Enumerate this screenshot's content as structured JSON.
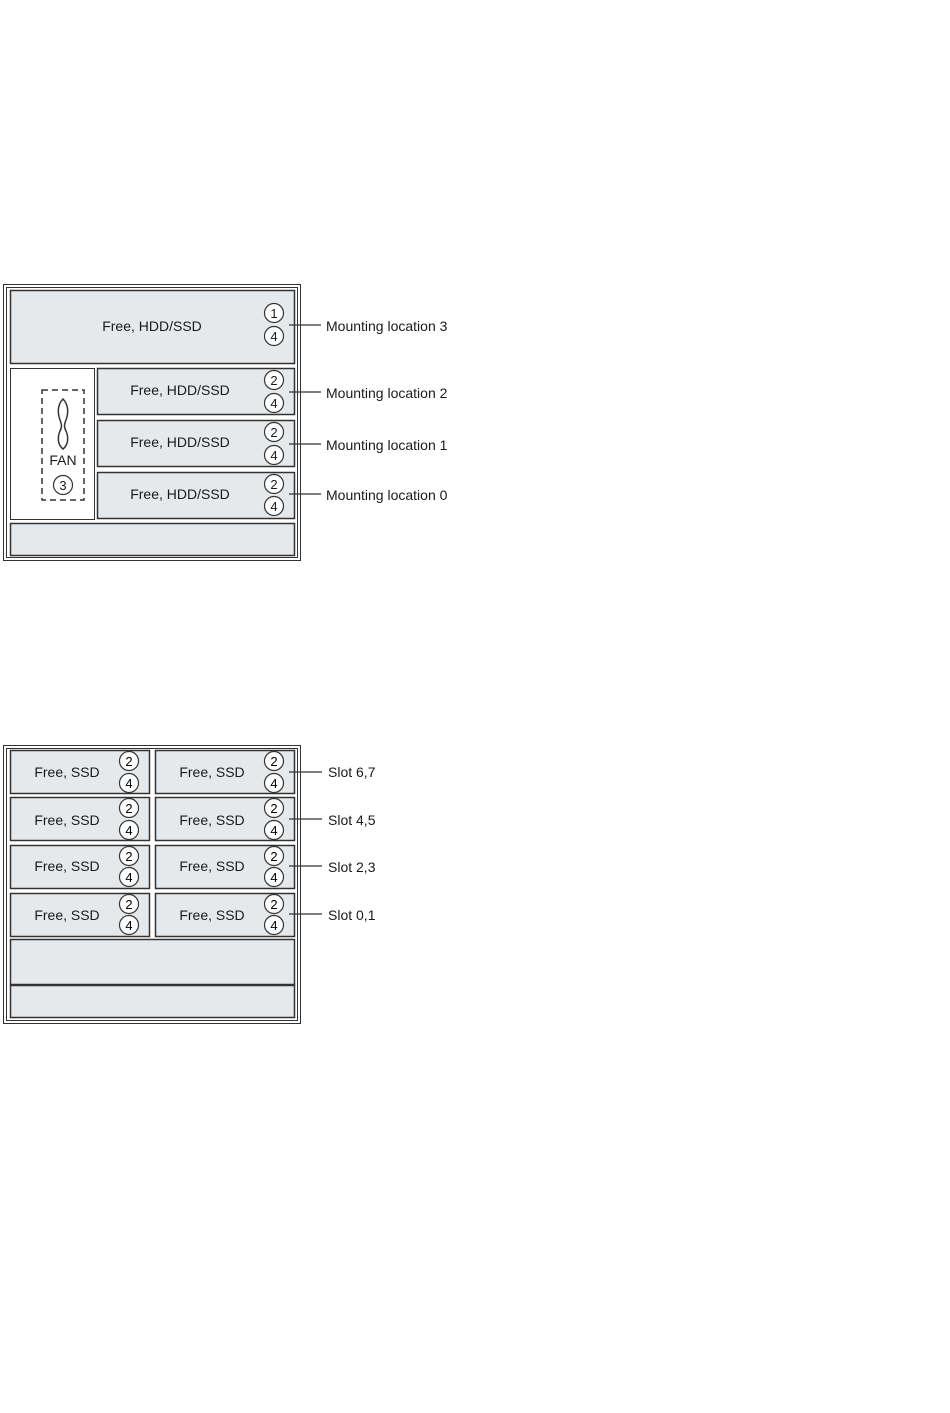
{
  "colors": {
    "bay_fill": "#e6e9ec",
    "stroke": "#333333",
    "frame_fill": "#ffffff",
    "text": "#1a1a1a"
  },
  "diagram1": {
    "top_bay": {
      "label": "Free, HDD/SSD",
      "badges": [
        "1",
        "4"
      ]
    },
    "fan": {
      "label": "FAN",
      "badge": "3",
      "icon": "fan-icon"
    },
    "small_bays": [
      {
        "label": "Free, HDD/SSD",
        "badges": [
          "2",
          "4"
        ]
      },
      {
        "label": "Free, HDD/SSD",
        "badges": [
          "2",
          "4"
        ]
      },
      {
        "label": "Free, HDD/SSD",
        "badges": [
          "2",
          "4"
        ]
      }
    ],
    "callouts": [
      "Mounting location 3",
      "Mounting location 2",
      "Mounting location 1",
      "Mounting location 0"
    ]
  },
  "diagram2": {
    "rows": [
      {
        "left": "Free, SSD",
        "right": "Free, SSD",
        "badges": [
          "2",
          "4"
        ],
        "callout": "Slot 6,7"
      },
      {
        "left": "Free, SSD",
        "right": "Free, SSD",
        "badges": [
          "2",
          "4"
        ],
        "callout": "Slot 4,5"
      },
      {
        "left": "Free, SSD",
        "right": "Free, SSD",
        "badges": [
          "2",
          "4"
        ],
        "callout": "Slot 2,3"
      },
      {
        "left": "Free, SSD",
        "right": "Free, SSD",
        "badges": [
          "2",
          "4"
        ],
        "callout": "Slot 0,1"
      }
    ]
  }
}
